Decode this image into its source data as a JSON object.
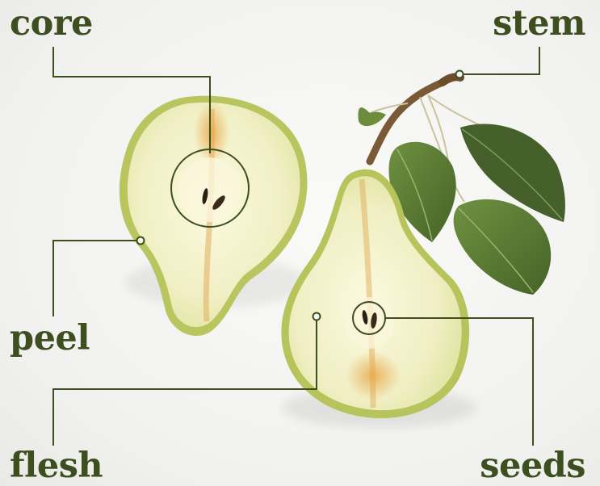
{
  "colors": {
    "label": "#3d4e1f",
    "leader_line": "#3d4e1f",
    "peel": "#b7c45e",
    "flesh": "#f2f0c6",
    "core": "#e1a546",
    "leaf": "#5e7f34",
    "stem": "#7a5a36",
    "background": "#f3f3f1"
  },
  "labels": {
    "core": "core",
    "stem": "stem",
    "peel": "peel",
    "flesh": "flesh",
    "seeds": "seeds"
  }
}
